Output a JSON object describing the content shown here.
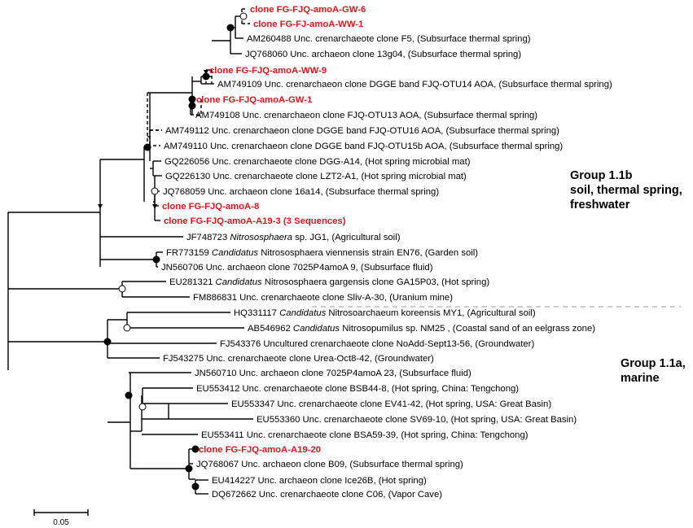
{
  "leaves": [
    {
      "parts": [
        {
          "t": "clone FG-FJQ-amoA-GW-6"
        }
      ],
      "hl": true
    },
    {
      "parts": [
        {
          "t": "clone FG-FJ-amoA-WW-1"
        }
      ],
      "hl": true
    },
    {
      "parts": [
        {
          "t": "AM260488 Unc. crenarchaeote clone F5, (Subsurface thermal spring)"
        }
      ]
    },
    {
      "parts": [
        {
          "t": "JQ768060 Unc. archaeon clone 13g04, (Subsurface thermal spring)"
        }
      ]
    },
    {
      "parts": [
        {
          "t": "clone FG-FJQ-amoA-WW-9"
        }
      ],
      "hl": true
    },
    {
      "parts": [
        {
          "t": "AM749109 Unc. crenarchaeon clone DGGE band FJQ-OTU14 AOA, (Subsurface thermal spring)"
        }
      ]
    },
    {
      "parts": [
        {
          "t": "clone FG-FJQ-amoA-GW-1"
        }
      ],
      "hl": true
    },
    {
      "parts": [
        {
          "t": "AM749108 Unc. crenarchaeon clone FJQ-OTU13 AOA, (Subsurface thermal spring)"
        }
      ]
    },
    {
      "parts": [
        {
          "t": "AM749112 Unc. crenarchaeon clone DGGE band FJQ-OTU16 AOA, (Subsurface thermal spring)"
        }
      ]
    },
    {
      "parts": [
        {
          "t": "AM749110 Unc. crenarchaeon clone DGGE band FJQ-OTU15b AOA, (Subsurface thermal spring)"
        }
      ]
    },
    {
      "parts": [
        {
          "t": "GQ226056 Unc. crenarchaeote clone DGG-A14, (Hot spring microbial mat)"
        }
      ]
    },
    {
      "parts": [
        {
          "t": "GQ226130 Unc. crenarchaeote clone LZT2-A1, (Hot spring microbial mat)"
        }
      ]
    },
    {
      "parts": [
        {
          "t": "JQ768059 Unc. archaeon clone 16a14, (Subsurface thermal spring)"
        }
      ]
    },
    {
      "parts": [
        {
          "t": "clone FG-FJQ-amoA-8"
        }
      ],
      "hl": true
    },
    {
      "parts": [
        {
          "t": "clone FG-FJQ-amoA-A19-3 (3 Sequences)"
        }
      ],
      "hl": true
    },
    {
      "parts": [
        {
          "t": "JF748723 "
        },
        {
          "t": "Nitrososphaera",
          "i": true
        },
        {
          "t": " sp. JG1, (Agricultural soil)"
        }
      ]
    },
    {
      "parts": [
        {
          "t": "FR773159 "
        },
        {
          "t": "Candidatus",
          "i": true
        },
        {
          "t": " Nitrososphaera viennensis strain EN76, (Garden soil)"
        }
      ]
    },
    {
      "parts": [
        {
          "t": "JN560706 Unc. archaeon clone 7025P4amoA 9, (Subsurface fluid)"
        }
      ]
    },
    {
      "parts": [
        {
          "t": "EU281321 "
        },
        {
          "t": "Candidatus",
          "i": true
        },
        {
          "t": " Nitrososphaera gargensis clone GA15P03, (Hot spring)"
        }
      ]
    },
    {
      "parts": [
        {
          "t": "FM886831 Unc. crenarchaeote clone Sliv-A-30, (Uranium mine)"
        }
      ]
    },
    {
      "parts": [
        {
          "t": "HQ331117 "
        },
        {
          "t": "Candidatus",
          "i": true
        },
        {
          "t": " Nitrosoarchaeum koreensis MY1, (Agricultural soil)"
        }
      ]
    },
    {
      "parts": [
        {
          "t": "AB546962 "
        },
        {
          "t": "Candidatus",
          "i": true
        },
        {
          "t": " Nitrosopumilus sp. NM25 , (Coastal sand of an eelgrass zone)"
        }
      ]
    },
    {
      "parts": [
        {
          "t": "FJ543376 Uncultured crenarchaeote clone NoAdd-Sept13-56, (Groundwater)"
        }
      ]
    },
    {
      "parts": [
        {
          "t": "FJ543275 Unc. crenarchaeote clone Urea-Oct8-42, (Groundwater)"
        }
      ]
    },
    {
      "parts": [
        {
          "t": "JN560710 Unc. archaeon clone 7025P4amoA 23, (Subsurface fluid)"
        }
      ]
    },
    {
      "parts": [
        {
          "t": "EU553412 Unc. crenarchaeote clone BSB44-8, (Hot spring, China: Tengchong)"
        }
      ]
    },
    {
      "parts": [
        {
          "t": "EU553347 Unc. crenarchaeote clone EV41-42, (Hot spring, USA: Great Basin)"
        }
      ]
    },
    {
      "parts": [
        {
          "t": "EU553360 Unc. crenarchaeote clone SV69-10, (Hot spring, USA: Great Basin)"
        }
      ]
    },
    {
      "parts": [
        {
          "t": "EU553411 Unc. crenarchaeote clone BSA59-39, (Hot spring, China: Tengchong)"
        }
      ]
    },
    {
      "parts": [
        {
          "t": "clone FG-FJQ-amoA-A19-20"
        }
      ],
      "hl": true
    },
    {
      "parts": [
        {
          "t": "JQ768067 Unc. archaeon clone B09, (Subsurface thermal spring)"
        }
      ]
    },
    {
      "parts": [
        {
          "t": "EU414227 Unc. archaeon clone Ice26B, (Hot spring)"
        }
      ]
    },
    {
      "parts": [
        {
          "t": "DQ672662 Unc. crenarchaeote clone C06, (Vapor Cave)"
        }
      ]
    }
  ],
  "groups": [
    {
      "lines": [
        "Group 1.1b",
        "soil, thermal spring,",
        "freshwater"
      ]
    },
    {
      "lines": [
        "Group 1.1a,",
        "marine"
      ]
    }
  ],
  "scale_bar": {
    "label": "0.05"
  },
  "colors": {
    "highlight": "#e0141c",
    "branch": "#000000",
    "separator": "#999999"
  }
}
